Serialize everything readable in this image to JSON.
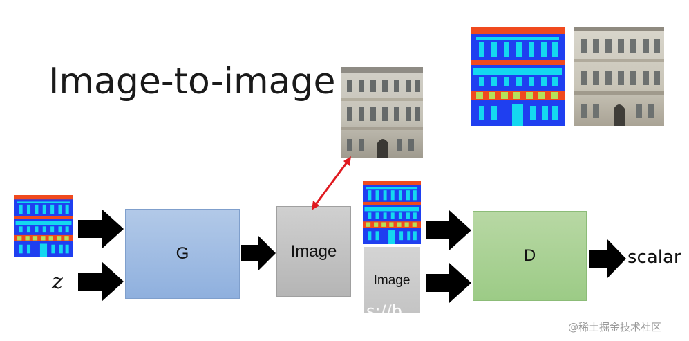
{
  "title": "Image-to-image",
  "generator": {
    "label": "G"
  },
  "output_image": {
    "label": "Image"
  },
  "paired_image": {
    "label": "Image"
  },
  "discriminator": {
    "label": "D"
  },
  "noise": {
    "label": "z"
  },
  "output": {
    "label": "scalar"
  },
  "watermark": "@稀土掘金技术社区",
  "faint_text": "s://b",
  "colors": {
    "facade_blue": "#1f3ff0",
    "facade_red": "#f04a1e",
    "facade_cyan": "#14d8f0",
    "facade_lime": "#b5e05a",
    "arrow_red": "#e0191f",
    "generator_box": "#a3bfe3",
    "discriminator_box": "#a9d193",
    "image_box": "#c2c2c2"
  },
  "icons": [
    "facade-label-map",
    "building-photo",
    "block-arrow",
    "double-arrow"
  ]
}
